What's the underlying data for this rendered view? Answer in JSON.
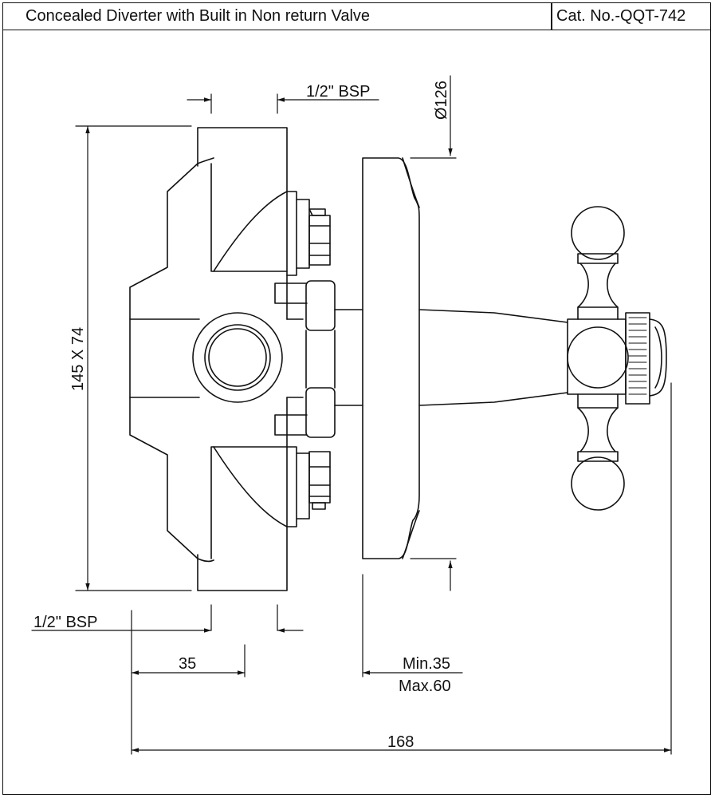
{
  "title": "Concealed Diverter with Built in Non return Valve",
  "catalog_number": "Cat. No.-QQT-742",
  "dimensions": {
    "inlet_top": "1/2\" BSP",
    "inlet_bottom": "1/2\" BSP",
    "plate_diameter": "Ø126",
    "body_size": "145 X 74",
    "depth_body": "35",
    "wall_min": "Min.35",
    "wall_max": "Max.60",
    "overall_length": "168"
  }
}
